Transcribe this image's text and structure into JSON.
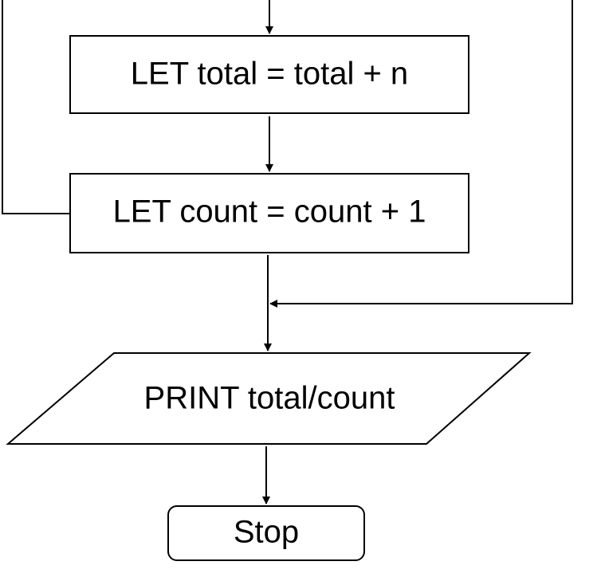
{
  "diagram": {
    "type": "flowchart",
    "nodes": [
      {
        "id": "let-total",
        "shape": "process",
        "label": "LET total = total + n"
      },
      {
        "id": "let-count",
        "shape": "process",
        "label": "LET count = count + 1"
      },
      {
        "id": "print",
        "shape": "input-output",
        "label": "PRINT total/count"
      },
      {
        "id": "stop",
        "shape": "terminator",
        "label": "Stop"
      }
    ],
    "edges": [
      {
        "from": "above",
        "to": "let-total"
      },
      {
        "from": "let-total",
        "to": "let-count"
      },
      {
        "from": "let-count",
        "to": "above",
        "note": "loop back"
      },
      {
        "from": "let-count",
        "to": "print"
      },
      {
        "from": "above",
        "to": "print",
        "note": "loop exit joins from right"
      },
      {
        "from": "print",
        "to": "stop"
      }
    ],
    "colors": {
      "line": "#000000",
      "fill": "#ffffff",
      "text": "#000000"
    }
  }
}
